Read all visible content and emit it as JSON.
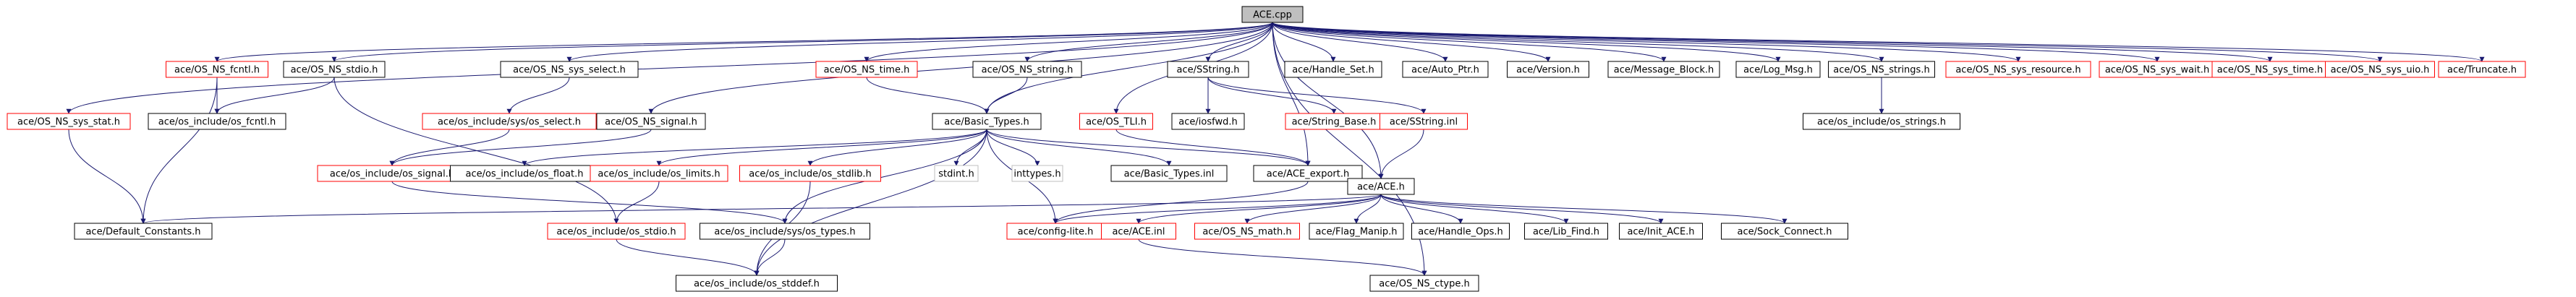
{
  "colors": {
    "edge": "#191970",
    "normal": "#000000",
    "missing": "#ff0000",
    "external": "#bfbfbf",
    "root_fill": "#bfbfbf"
  },
  "nodes": [
    {
      "id": "root",
      "label": "ACE.cpp",
      "kind": "root"
    },
    {
      "id": "os_ns_fcntl",
      "label": "ace/OS_NS_fcntl.h",
      "kind": "missing"
    },
    {
      "id": "os_ns_stdio",
      "label": "ace/OS_NS_stdio.h",
      "kind": "normal"
    },
    {
      "id": "os_ns_sys_select",
      "label": "ace/OS_NS_sys_select.h",
      "kind": "normal"
    },
    {
      "id": "os_ns_time",
      "label": "ace/OS_NS_time.h",
      "kind": "missing"
    },
    {
      "id": "os_ns_string",
      "label": "ace/OS_NS_string.h",
      "kind": "normal"
    },
    {
      "id": "sstring_h",
      "label": "ace/SString.h",
      "kind": "normal"
    },
    {
      "id": "handle_set",
      "label": "ace/Handle_Set.h",
      "kind": "normal"
    },
    {
      "id": "auto_ptr",
      "label": "ace/Auto_Ptr.h",
      "kind": "normal"
    },
    {
      "id": "version",
      "label": "ace/Version.h",
      "kind": "normal"
    },
    {
      "id": "message_block",
      "label": "ace/Message_Block.h",
      "kind": "normal"
    },
    {
      "id": "log_msg",
      "label": "ace/Log_Msg.h",
      "kind": "normal"
    },
    {
      "id": "os_ns_strings",
      "label": "ace/OS_NS_strings.h",
      "kind": "normal"
    },
    {
      "id": "os_ns_sys_resource",
      "label": "ace/OS_NS_sys_resource.h",
      "kind": "missing"
    },
    {
      "id": "os_ns_sys_wait",
      "label": "ace/OS_NS_sys_wait.h",
      "kind": "missing"
    },
    {
      "id": "os_ns_sys_time",
      "label": "ace/OS_NS_sys_time.h",
      "kind": "missing"
    },
    {
      "id": "os_ns_sys_uio",
      "label": "ace/OS_NS_sys_uio.h",
      "kind": "missing"
    },
    {
      "id": "truncate",
      "label": "ace/Truncate.h",
      "kind": "missing"
    },
    {
      "id": "os_ns_sys_stat",
      "label": "ace/OS_NS_sys_stat.h",
      "kind": "missing"
    },
    {
      "id": "os_fcntl",
      "label": "ace/os_include/os_fcntl.h",
      "kind": "normal"
    },
    {
      "id": "sys_select",
      "label": "ace/os_include/sys/os_select.h",
      "kind": "missing"
    },
    {
      "id": "os_ns_signal",
      "label": "ace/OS_NS_signal.h",
      "kind": "normal"
    },
    {
      "id": "basic_types",
      "label": "ace/Basic_Types.h",
      "kind": "normal"
    },
    {
      "id": "os_tli",
      "label": "ace/OS_TLI.h",
      "kind": "missing"
    },
    {
      "id": "iosfwd",
      "label": "ace/iosfwd.h",
      "kind": "normal"
    },
    {
      "id": "string_base",
      "label": "ace/String_Base.h",
      "kind": "missing"
    },
    {
      "id": "sstring_inl",
      "label": "ace/SString.inl",
      "kind": "missing"
    },
    {
      "id": "os_strings",
      "label": "ace/os_include/os_strings.h",
      "kind": "normal"
    },
    {
      "id": "os_signal",
      "label": "ace/os_include/os_signal.h",
      "kind": "missing"
    },
    {
      "id": "os_float",
      "label": "ace/os_include/os_float.h",
      "kind": "normal"
    },
    {
      "id": "os_limits",
      "label": "ace/os_include/os_limits.h",
      "kind": "missing"
    },
    {
      "id": "os_stdlib",
      "label": "ace/os_include/os_stdlib.h",
      "kind": "missing"
    },
    {
      "id": "stdint",
      "label": "stdint.h",
      "kind": "external"
    },
    {
      "id": "inttypes",
      "label": "inttypes.h",
      "kind": "external"
    },
    {
      "id": "basic_types_inl",
      "label": "ace/Basic_Types.inl",
      "kind": "normal"
    },
    {
      "id": "ace_export",
      "label": "ace/ACE_export.h",
      "kind": "normal"
    },
    {
      "id": "ace_h",
      "label": "ace/ACE.h",
      "kind": "normal"
    },
    {
      "id": "default_constants",
      "label": "ace/Default_Constants.h",
      "kind": "normal"
    },
    {
      "id": "os_stdio",
      "label": "ace/os_include/os_stdio.h",
      "kind": "missing"
    },
    {
      "id": "sys_types",
      "label": "ace/os_include/sys/os_types.h",
      "kind": "normal"
    },
    {
      "id": "config_lite",
      "label": "ace/config-lite.h",
      "kind": "missing"
    },
    {
      "id": "ace_inl",
      "label": "ace/ACE.inl",
      "kind": "missing"
    },
    {
      "id": "os_ns_math",
      "label": "ace/OS_NS_math.h",
      "kind": "missing"
    },
    {
      "id": "flag_manip",
      "label": "ace/Flag_Manip.h",
      "kind": "normal"
    },
    {
      "id": "handle_ops",
      "label": "ace/Handle_Ops.h",
      "kind": "normal"
    },
    {
      "id": "lib_find",
      "label": "ace/Lib_Find.h",
      "kind": "normal"
    },
    {
      "id": "init_ace",
      "label": "ace/Init_ACE.h",
      "kind": "normal"
    },
    {
      "id": "sock_connect",
      "label": "ace/Sock_Connect.h",
      "kind": "normal"
    },
    {
      "id": "os_stddef",
      "label": "ace/os_include/os_stddef.h",
      "kind": "normal"
    },
    {
      "id": "os_ns_ctype",
      "label": "ace/OS_NS_ctype.h",
      "kind": "normal"
    }
  ],
  "edges": [
    [
      "root",
      "os_ns_sys_stat"
    ],
    [
      "root",
      "os_ns_fcntl"
    ],
    [
      "root",
      "os_ns_stdio"
    ],
    [
      "root",
      "os_ns_sys_select"
    ],
    [
      "root",
      "os_ns_signal"
    ],
    [
      "root",
      "os_ns_time"
    ],
    [
      "root",
      "basic_types"
    ],
    [
      "root",
      "os_ns_string"
    ],
    [
      "root",
      "os_tli"
    ],
    [
      "root",
      "ace_export"
    ],
    [
      "root",
      "sstring_h"
    ],
    [
      "root",
      "handle_set"
    ],
    [
      "root",
      "auto_ptr"
    ],
    [
      "root",
      "version"
    ],
    [
      "root",
      "message_block"
    ],
    [
      "root",
      "log_msg"
    ],
    [
      "root",
      "os_ns_strings"
    ],
    [
      "root",
      "os_ns_sys_resource"
    ],
    [
      "root",
      "os_ns_sys_wait"
    ],
    [
      "root",
      "os_ns_sys_time"
    ],
    [
      "root",
      "os_ns_sys_uio"
    ],
    [
      "root",
      "truncate"
    ],
    [
      "root",
      "ace_h"
    ],
    [
      "root",
      "os_ns_ctype"
    ],
    [
      "os_ns_sys_stat",
      "default_constants"
    ],
    [
      "os_ns_fcntl",
      "os_fcntl"
    ],
    [
      "os_ns_fcntl",
      "default_constants"
    ],
    [
      "os_ns_stdio",
      "os_fcntl"
    ],
    [
      "os_ns_stdio",
      "os_stdio"
    ],
    [
      "os_ns_sys_select",
      "sys_select"
    ],
    [
      "sys_select",
      "os_signal"
    ],
    [
      "os_ns_signal",
      "os_signal"
    ],
    [
      "os_ns_time",
      "basic_types"
    ],
    [
      "os_ns_string",
      "basic_types"
    ],
    [
      "basic_types",
      "os_limits"
    ],
    [
      "basic_types",
      "os_float"
    ],
    [
      "basic_types",
      "os_stdlib"
    ],
    [
      "basic_types",
      "stdint"
    ],
    [
      "basic_types",
      "inttypes"
    ],
    [
      "basic_types",
      "basic_types_inl"
    ],
    [
      "basic_types",
      "ace_export"
    ],
    [
      "basic_types",
      "sys_types"
    ],
    [
      "basic_types",
      "os_stddef"
    ],
    [
      "basic_types",
      "config_lite"
    ],
    [
      "os_tli",
      "ace_export"
    ],
    [
      "sstring_h",
      "iosfwd"
    ],
    [
      "sstring_h",
      "string_base"
    ],
    [
      "sstring_h",
      "sstring_inl"
    ],
    [
      "sstring_inl",
      "ace_h"
    ],
    [
      "os_ns_strings",
      "os_strings"
    ],
    [
      "os_signal",
      "sys_types"
    ],
    [
      "os_limits",
      "os_stdio"
    ],
    [
      "os_stdlib",
      "os_stddef"
    ],
    [
      "ace_export",
      "config_lite"
    ],
    [
      "ace_h",
      "default_constants"
    ],
    [
      "ace_h",
      "config_lite"
    ],
    [
      "ace_h",
      "ace_inl"
    ],
    [
      "ace_h",
      "os_ns_math"
    ],
    [
      "ace_h",
      "flag_manip"
    ],
    [
      "ace_h",
      "handle_ops"
    ],
    [
      "ace_h",
      "lib_find"
    ],
    [
      "ace_h",
      "init_ace"
    ],
    [
      "ace_h",
      "sock_connect"
    ],
    [
      "ace_inl",
      "os_ns_ctype"
    ],
    [
      "os_stdio",
      "os_stddef"
    ],
    [
      "sys_types",
      "os_stddef"
    ]
  ]
}
